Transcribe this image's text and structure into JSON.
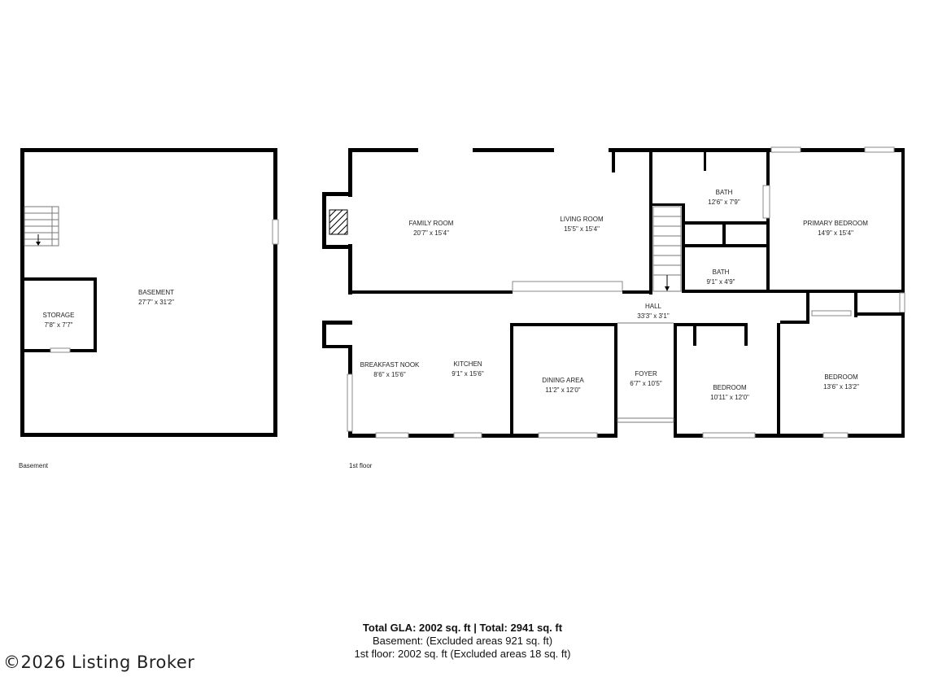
{
  "floors": [
    {
      "label": "Basement",
      "rooms": [
        {
          "name": "BASEMENT",
          "dims": "27'7\" x 31'2\""
        },
        {
          "name": "STORAGE",
          "dims": "7'8\" x 7'7\""
        }
      ]
    },
    {
      "label": "1st floor",
      "rooms": [
        {
          "name": "FAMILY ROOM",
          "dims": "20'7\" x 15'4\""
        },
        {
          "name": "LIVING ROOM",
          "dims": "15'5\" x 15'4\""
        },
        {
          "name": "BATH",
          "dims": "12'6\" x 7'9\""
        },
        {
          "name": "PRIMARY BEDROOM",
          "dims": "14'9\" x 15'4\""
        },
        {
          "name": "BATH",
          "dims": "9'1\" x 4'9\""
        },
        {
          "name": "HALL",
          "dims": "33'3\" x 3'1\""
        },
        {
          "name": "BREAKFAST NOOK",
          "dims": "8'6\" x 15'6\""
        },
        {
          "name": "KITCHEN",
          "dims": "9'1\" x 15'6\""
        },
        {
          "name": "DINING AREA",
          "dims": "11'2\" x 12'0\""
        },
        {
          "name": "FOYER",
          "dims": "6'7\" x 10'5\""
        },
        {
          "name": "BEDROOM",
          "dims": "10'11\" x 12'0\""
        },
        {
          "name": "BEDROOM",
          "dims": "13'6\" x 13'2\""
        }
      ]
    }
  ],
  "summary": {
    "total": "Total GLA: 2002 sq. ft | Total: 2941 sq. ft",
    "basement": "Basement: (Excluded areas 921 sq. ft)",
    "first_floor": "1st floor: 2002 sq. ft (Excluded areas 18 sq. ft)"
  },
  "copyright": "©2026 Listing Broker"
}
